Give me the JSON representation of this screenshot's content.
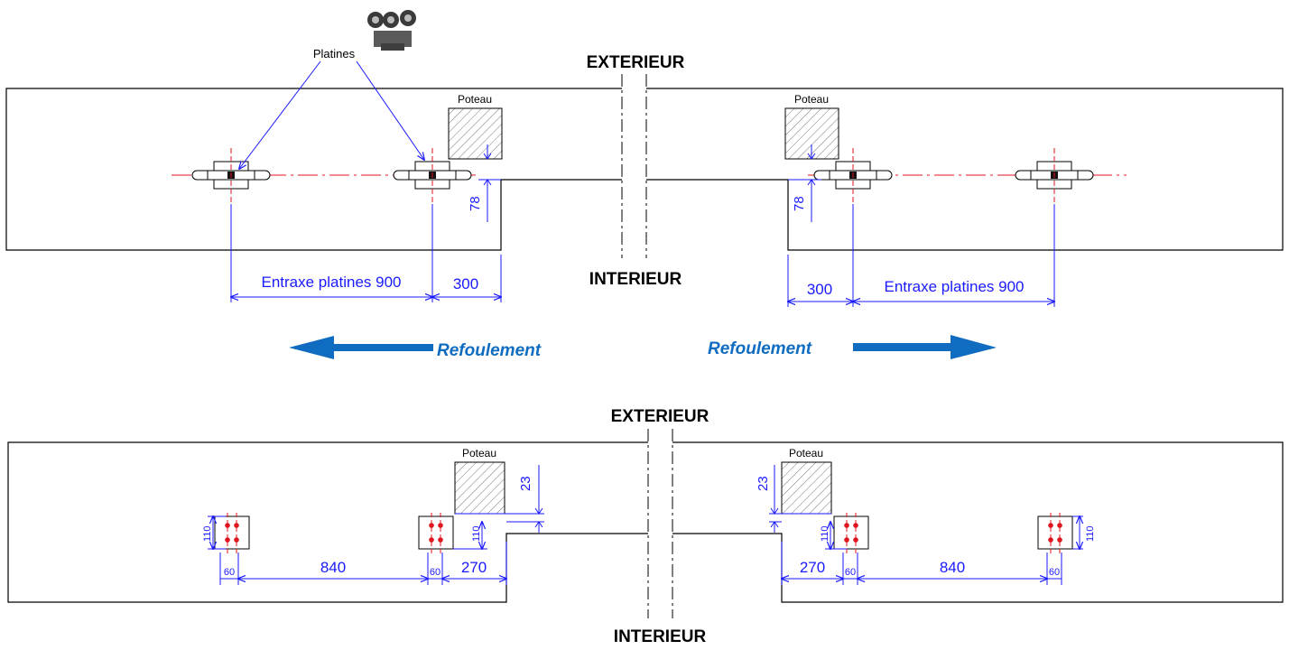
{
  "colors": {
    "outline": "#000000",
    "dimension": "#1a1aff",
    "axis": "#e0141e",
    "flow_arrow": "#0f6cc0",
    "hatch": "#777777"
  },
  "top": {
    "exterior_label": "EXTERIEUR",
    "interior_label": "INTERIEUR",
    "platines_label": "Platines",
    "post_left_label": "Poteau",
    "post_right_label": "Poteau",
    "dim_offset_left": "78",
    "dim_offset_right": "78",
    "dim_entraxe_left": "Entraxe platines 900",
    "dim_entraxe_right": "Entraxe platines 900",
    "dim_300_left": "300",
    "dim_300_right": "300",
    "flow_left": "Refoulement",
    "flow_right": "Refoulement"
  },
  "bottom": {
    "exterior_label": "EXTERIEUR",
    "interior_label": "INTERIEUR",
    "post_left_label": "Poteau",
    "post_right_label": "Poteau",
    "dim_23_left": "23",
    "dim_23_right": "23",
    "dim_110_a": "110",
    "dim_110_b": "110",
    "dim_110_c": "110",
    "dim_110_d": "110",
    "dim_60_a": "60",
    "dim_60_b": "60",
    "dim_60_c": "60",
    "dim_60_d": "60",
    "dim_840_left": "840",
    "dim_840_right": "840",
    "dim_270_left": "270",
    "dim_270_right": "270"
  }
}
